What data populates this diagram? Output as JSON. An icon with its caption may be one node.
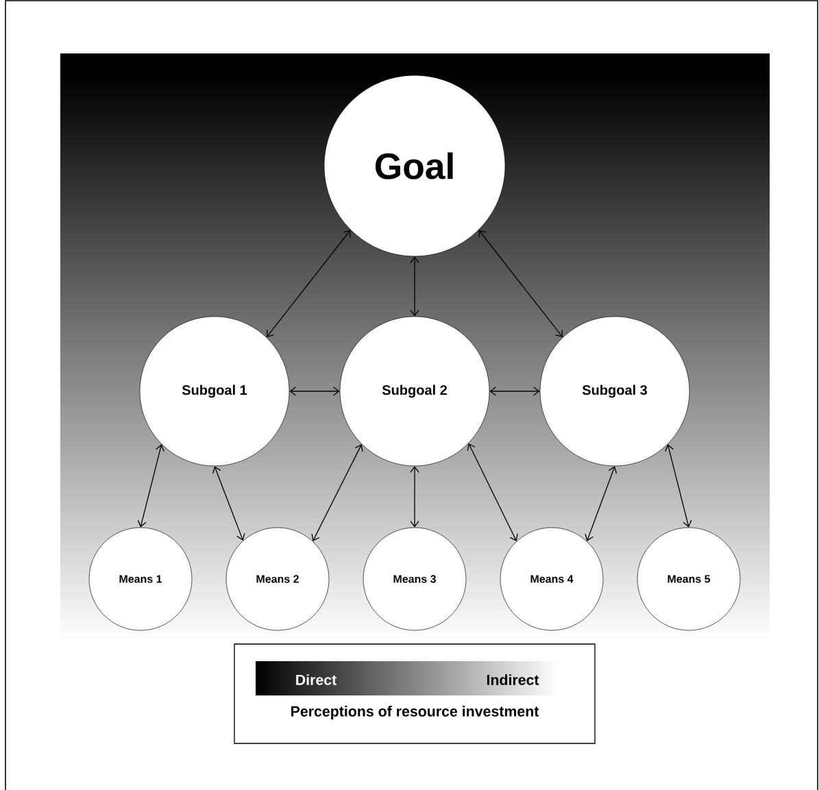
{
  "diagram": {
    "nodes": [
      {
        "text": [
          "Goal"
        ]
      },
      {
        "text": [
          "Subgoal 1"
        ]
      },
      {
        "text": [
          "Subgoal 2"
        ]
      },
      {
        "text": [
          "Subgoal 3"
        ]
      },
      {
        "text": [
          "Means 1"
        ]
      },
      {
        "text": [
          "Means 2"
        ]
      },
      {
        "text": [
          "Means 3"
        ]
      },
      {
        "text": [
          "Means 4"
        ]
      },
      {
        "text": [
          "Means 5"
        ]
      }
    ],
    "edges": [
      {
        "from": 0,
        "to": 1,
        "arrow": "both"
      },
      {
        "from": 0,
        "to": 2,
        "arrow": "both"
      },
      {
        "from": 0,
        "to": 3,
        "arrow": "both"
      },
      {
        "from": 1,
        "to": 2,
        "arrow": "both"
      },
      {
        "from": 2,
        "to": 3,
        "arrow": "both"
      },
      {
        "from": 1,
        "to": 4,
        "arrow": "both"
      },
      {
        "from": 1,
        "to": 5,
        "arrow": "both"
      },
      {
        "from": 2,
        "to": 5,
        "arrow": "both"
      },
      {
        "from": 2,
        "to": 6,
        "arrow": "both"
      },
      {
        "from": 2,
        "to": 7,
        "arrow": "both"
      },
      {
        "from": 3,
        "to": 7,
        "arrow": "both"
      },
      {
        "from": 3,
        "to": 8,
        "arrow": "both"
      }
    ],
    "labels": [
      "Perceptions of resource investment"
    ],
    "legend": [
      {
        "text": "Direct"
      },
      {
        "text": "Indirect"
      }
    ]
  }
}
